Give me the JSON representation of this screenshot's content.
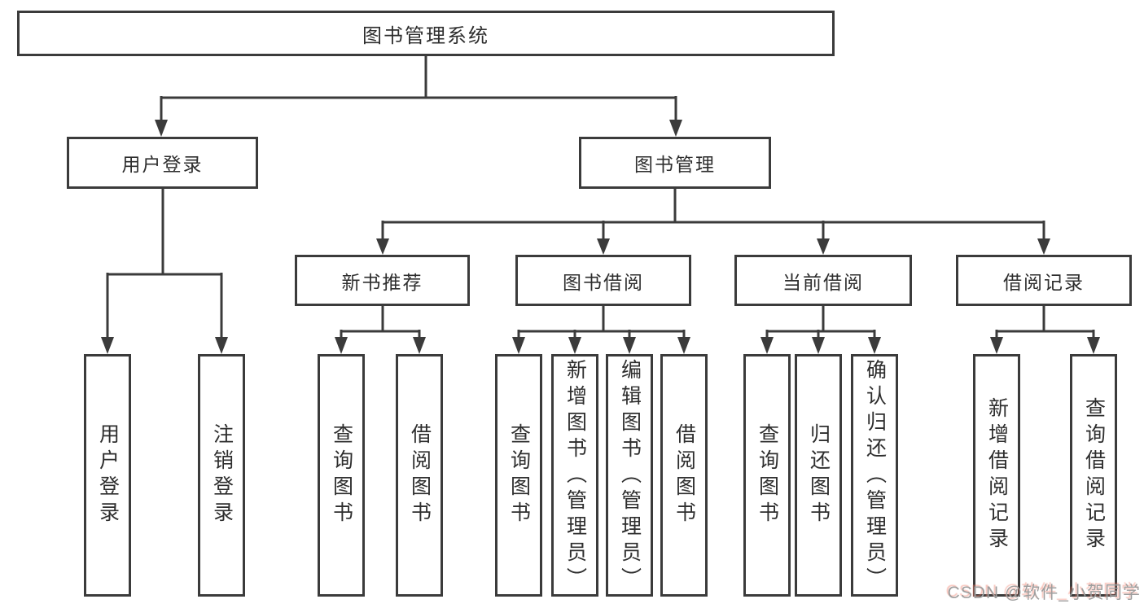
{
  "diagram": {
    "root": "图书管理系统",
    "user_login": {
      "label": "用户登录",
      "children": [
        "用户登录",
        "注销登录"
      ]
    },
    "book_management": {
      "label": "图书管理",
      "groups": [
        {
          "label": "新书推荐",
          "children": [
            "查询图书",
            "借阅图书"
          ]
        },
        {
          "label": "图书借阅",
          "children": [
            "查询图书",
            "新增图书（管理员）",
            "编辑图书（管理员）",
            "借阅图书"
          ]
        },
        {
          "label": "当前借阅",
          "children": [
            "查询图书",
            "归还图书",
            "确认归还（管理员）"
          ]
        },
        {
          "label": "借阅记录",
          "children": [
            "新增借阅记录",
            "查询借阅记录"
          ]
        }
      ]
    }
  },
  "watermark": "CSDN @软件_小贺同学",
  "colors": {
    "line": "#3b3b3b",
    "text": "#2e2e2e",
    "background": "#ffffff",
    "watermark": "#9e9e9e",
    "watermark_accent": "#f07a66"
  }
}
